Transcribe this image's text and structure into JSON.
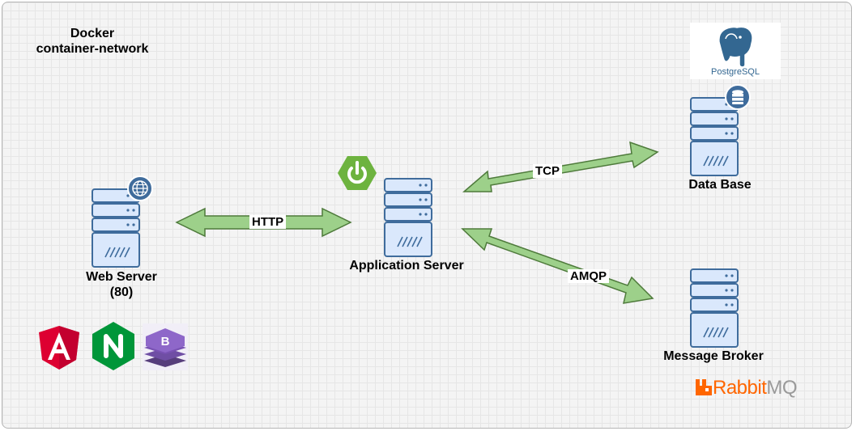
{
  "network_title": [
    "Docker",
    "container-network"
  ],
  "nodes": {
    "web_server": {
      "label_lines": [
        "Web Server",
        "(80)"
      ]
    },
    "app_server": {
      "label": "Application Server"
    },
    "database": {
      "label": "Data Base"
    },
    "message_broker": {
      "label": "Message Broker"
    }
  },
  "edges": {
    "http": "HTTP",
    "tcp": "TCP",
    "amqp": "AMQP"
  },
  "logos": {
    "postgres_text": "PostgreSQL",
    "rabbit_main": "Rabbit",
    "rabbit_suffix": "MQ"
  },
  "colors": {
    "arrow_fill": "#9dd08a",
    "arrow_stroke": "#4e7a3b",
    "server_fill": "#dae8fc",
    "server_stroke": "#3f6c9c",
    "spring_green": "#6db33f",
    "angular_red": "#dd0031",
    "nginx_green": "#009639",
    "bootstrap_purple": "#7952b3",
    "rabbit_orange": "#ff6600",
    "postgres_blue": "#336791"
  }
}
